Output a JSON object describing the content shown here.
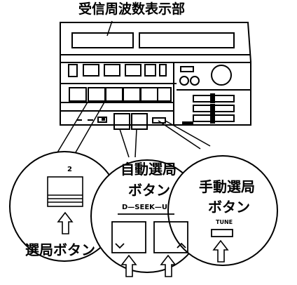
{
  "labels": {
    "display_title": "受信周波数表示部",
    "preset_number": "2",
    "preset_label": "選局ボタン",
    "auto_line1": "自動選局",
    "auto_line2": "ボタン",
    "seek_label": "D—SEEK—U",
    "manual_line1": "手動選局",
    "manual_line2": "ボタン",
    "tune_label": "TUNE"
  }
}
